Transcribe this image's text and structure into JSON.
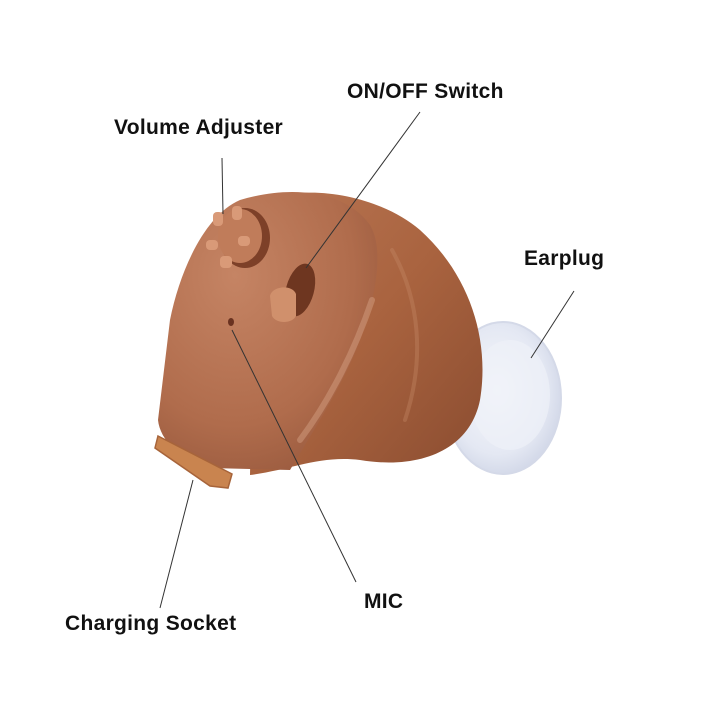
{
  "diagram": {
    "subject": "In-ear hearing aid",
    "colors": {
      "background": "#ffffff",
      "body": "#b4704f",
      "body_shadow": "#8f5238",
      "body_highlight": "#d8a488",
      "knob": "#d08a66",
      "earplug": "#e9edf6",
      "leader_line": "#333333",
      "label_text": "#111111"
    },
    "labels": [
      {
        "id": "on-off-switch",
        "text": "ON/OFF Switch"
      },
      {
        "id": "volume-adjuster",
        "text": "Volume Adjuster"
      },
      {
        "id": "earplug",
        "text": "Earplug"
      },
      {
        "id": "mic",
        "text": "MIC"
      },
      {
        "id": "charging-socket",
        "text": "Charging Socket"
      }
    ]
  }
}
